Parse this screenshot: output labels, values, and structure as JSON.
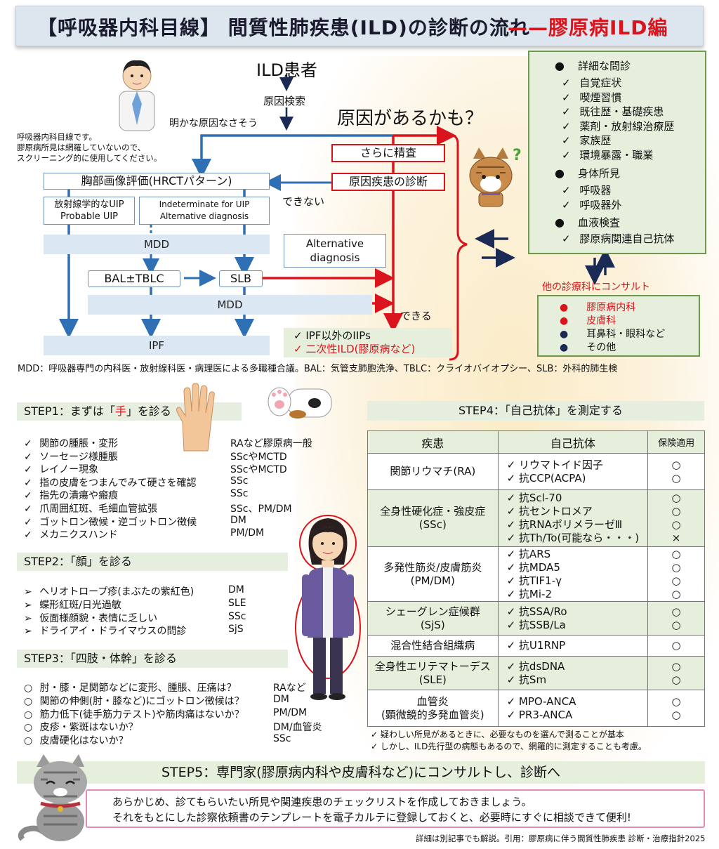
{
  "title": {
    "part1": "【呼吸器内科目線】 間質性肺疾患(ILD)の診断の流れ",
    "part2": "——膠原病ILD編"
  },
  "doctor_note": [
    "呼吸器内科目線です。",
    "膠原病所見は網羅していないので、",
    "スクリーニング的に使用してください。"
  ],
  "flow": {
    "ild": "ILD患者",
    "search": "原因検索",
    "no_cause": "明かな原因なさそう",
    "maybe_cause": "原因があるかも？",
    "further": "さらに精査",
    "diagnose": "原因疾患の診断",
    "cannot": "できない",
    "can": "できる",
    "hrct": "胸部画像評価(HRCTパターン)",
    "uip": [
      "放射線学的なUIP",
      "Probable UIP"
    ],
    "indeterminate": [
      "Indeterminate for UIP",
      "Alternative diagnosis"
    ],
    "mdd": "MDD",
    "bal": "BAL±TBLC",
    "slb": "SLB",
    "alt": [
      "Alternative",
      "diagnosis"
    ],
    "ipf": "IPF",
    "result1": "✓ IPF以外のIIPs",
    "result2": "✓ 二次性ILD(膠原病など)"
  },
  "abbr": "MDD：呼吸器専門の内科医・放射線科医・病理医による多職種合議。BAL：気管支肺胞洗浄、TBLC：クライオバイオプシー、SLB：外科的肺生検",
  "history_panel": {
    "h1": "詳細な問診",
    "h1_items": [
      "自覚症状",
      "喫煙習慣",
      "既往歴・基礎疾患",
      "薬剤・放射線治療歴",
      "家族歴",
      "環境暴露・職業"
    ],
    "h2": "身体所見",
    "h2_items": [
      "呼吸器",
      "呼吸器外"
    ],
    "h3": "血液検査",
    "h3_items": [
      "膠原病関連自己抗体"
    ]
  },
  "consult_label": "他の診療科にコンサルト",
  "consult_items": [
    {
      "text": "膠原病内科",
      "red": true
    },
    {
      "text": "皮膚科",
      "red": true
    },
    {
      "text": "耳鼻科・眼科など",
      "red": false
    },
    {
      "text": "その他",
      "red": false
    }
  ],
  "step1": {
    "title_a": "STEP1：まずは「",
    "title_b": "手",
    "title_c": "」を診る",
    "items": [
      [
        "関節の腫脹・変形",
        "RAなど膠原病一般"
      ],
      [
        "ソーセージ様腫脹",
        "SScやMCTD"
      ],
      [
        "レイノー現象",
        "SScやMCTD"
      ],
      [
        "指の皮膚をつまんでみて硬さを確認",
        "SSc"
      ],
      [
        "指先の潰瘍や瘢痕",
        "SSc"
      ],
      [
        "爪周囲紅斑、毛細血管拡張",
        "SSc、PM/DM"
      ],
      [
        "ゴットロン徴候・逆ゴットロン徴候",
        "DM"
      ],
      [
        "メカニクスハンド",
        "PM/DM"
      ]
    ]
  },
  "step2": {
    "title": "STEP2：「顔」を診る",
    "items": [
      [
        "ヘリオトロープ疹(まぶたの紫紅色)",
        "DM"
      ],
      [
        "蝶形紅斑/日光過敏",
        "SLE"
      ],
      [
        "仮面様顔貌・表情に乏しい",
        "SSc"
      ],
      [
        "ドライアイ・ドライマウスの問診",
        "SjS"
      ]
    ]
  },
  "step3": {
    "title": "STEP3：「四肢・体幹」を診る",
    "items": [
      [
        "肘・膝・足関節などに変形、腫脹、圧痛は？",
        "RAなど"
      ],
      [
        "関節の伸側(肘・膝など)にゴットロン徴候は？",
        "DM"
      ],
      [
        "筋力低下(徒手筋力テスト)や筋肉痛はないか？",
        "PM/DM"
      ],
      [
        "皮疹・紫斑はないか？",
        "DM/血管炎"
      ],
      [
        "皮膚硬化はないか？",
        "SSc"
      ]
    ]
  },
  "step4": {
    "title": "STEP4：「自己抗体」を測定する",
    "headers": [
      "疾患",
      "自己抗体",
      "保険適用"
    ],
    "rows": [
      {
        "disease": [
          "関節リウマチ(RA)"
        ],
        "ab": [
          "✓ リウマトイド因子",
          "✓ 抗CCP(ACPA)"
        ],
        "ins": [
          "○",
          "○"
        ]
      },
      {
        "disease": [
          "全身性硬化症・強皮症",
          "(SSc)"
        ],
        "ab": [
          "✓ 抗Scl-70",
          "✓ 抗セントロメア",
          "✓ 抗RNAポリメラーゼⅢ",
          "✓ 抗Th/To(可能なら・・・)"
        ],
        "ins": [
          "○",
          "○",
          "○",
          "×"
        ]
      },
      {
        "disease": [
          "多発性筋炎/皮膚筋炎",
          "(PM/DM)"
        ],
        "ab": [
          "✓ 抗ARS",
          "✓ 抗MDA5",
          "✓ 抗TIF1-γ",
          "✓ 抗Mi-2"
        ],
        "ins": [
          "○",
          "○",
          "○",
          "○"
        ]
      },
      {
        "disease": [
          "シェーグレン症候群",
          "(SjS)"
        ],
        "ab": [
          "✓ 抗SSA/Ro",
          "✓ 抗SSB/La"
        ],
        "ins": [
          "○",
          "○"
        ]
      },
      {
        "disease": [
          "混合性結合組織病"
        ],
        "ab": [
          "✓ 抗U1RNP"
        ],
        "ins": [
          "○"
        ]
      },
      {
        "disease": [
          "全身性エリテマトーデス",
          "(SLE)"
        ],
        "ab": [
          "✓ 抗dsDNA",
          "✓ 抗Sm"
        ],
        "ins": [
          "○",
          "○"
        ]
      },
      {
        "disease": [
          "血管炎",
          "(顕微鏡的多発血管炎)"
        ],
        "ab": [
          "✓ MPO-ANCA",
          "✓ PR3-ANCA"
        ],
        "ins": [
          "○",
          "○"
        ]
      }
    ],
    "notes": [
      "✓  疑わしい所見があるときに、必要なものを選んで測ることが基本",
      "✓  しかし、ILD先行型の病態もあるので、網羅的に測定することも考慮。"
    ]
  },
  "step5": {
    "title": "STEP5：専門家(膠原病内科や皮膚科など)にコンサルトし、診断へ",
    "msg1": "あらかじめ、診てもらいたい所見や関連疾患のチェックリストを作成しておきましょう。",
    "msg2": "それをもとにした診察依頼書のテンプレートを電子カルテに登録しておくと、必要時にすぐに相談できて便利!"
  },
  "footer": "詳細は別記事でも解説。引用：膠原病に伴う間質性肺疾患  診断・治療指針2025",
  "colors": {
    "accent_red": "#d9141c",
    "blue_arrow": "#2f6fb3",
    "green_panel": "#e6efdc",
    "title_red": "#d9141c"
  }
}
